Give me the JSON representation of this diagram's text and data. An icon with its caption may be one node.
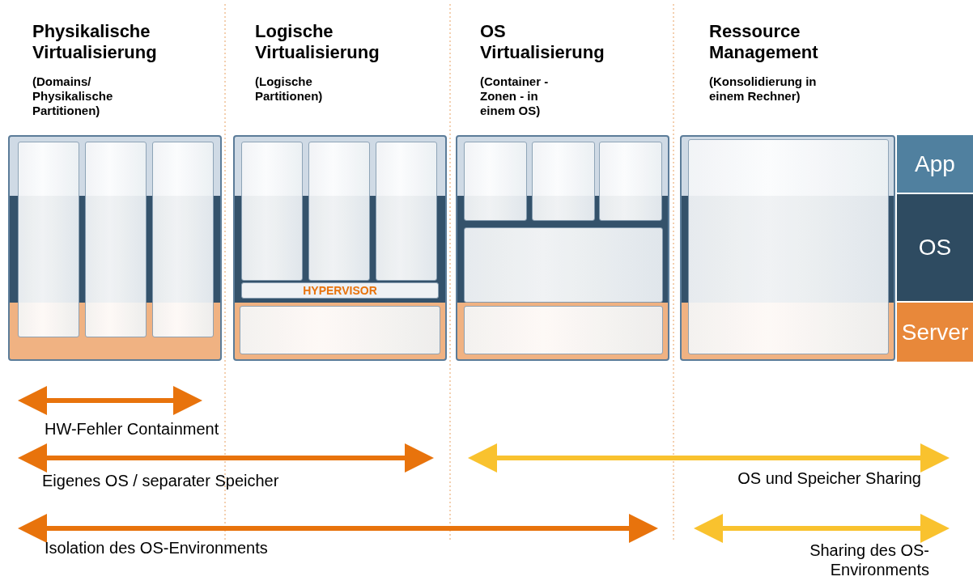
{
  "diagram": {
    "nodes": [
      {
        "text": [],
        "shape": "box"
      },
      {
        "text": [],
        "shape": "box"
      },
      {
        "text": [],
        "shape": "box"
      },
      {
        "text": [],
        "shape": "box"
      },
      {
        "text": [
          "HYPERVISOR"
        ],
        "in": 1
      },
      {
        "text": [
          "App"
        ]
      },
      {
        "text": [
          "OS"
        ]
      },
      {
        "text": [
          "Server"
        ]
      }
    ],
    "labels": [
      "Physikalische Virtualisierung",
      "(Domains/ Physikalische Partitionen)",
      "Logische Virtualisierung",
      "(Logische Partitionen)",
      "OS Virtualisierung",
      "(Container - Zonen - in einem OS)",
      "Ressource Management",
      "(Konsolidierung in einem Rechner)",
      "HW-Fehler Containment",
      "Eigenes OS / separater Speicher",
      "OS und Speicher Sharing",
      "Isolation des OS-Environments",
      "Sharing des OS-Environments"
    ]
  }
}
